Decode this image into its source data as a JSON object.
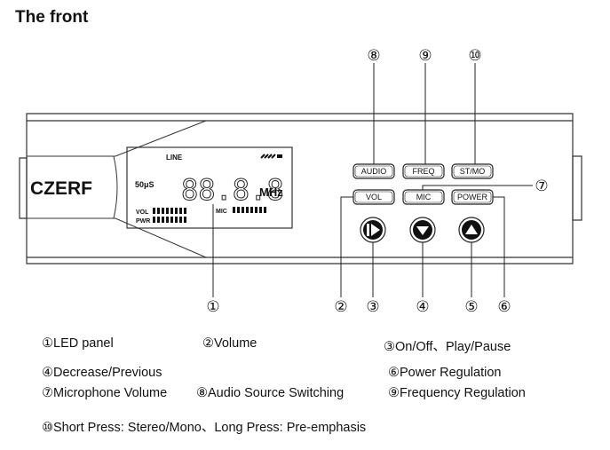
{
  "title": "The front",
  "device": {
    "brand": "CZERF",
    "lcd": {
      "line_label": "LINE",
      "pre_emphasis": "50μS",
      "frequency_digits": "88.8.8",
      "unit": "MHz",
      "vol_label": "VOL",
      "pwr_label": "PWR",
      "mic_label": "MIC"
    },
    "buttons": {
      "audio": "AUDIO",
      "freq": "FREQ",
      "st_mo": "ST/MO",
      "vol": "VOL",
      "mic": "MIC",
      "power": "POWER"
    },
    "round_buttons": [
      "play-pause-icon",
      "down-arrow-icon",
      "up-arrow-icon"
    ]
  },
  "callouts": {
    "c1": "①",
    "c2": "②",
    "c3": "③",
    "c4": "④",
    "c5": "⑤",
    "c6": "⑥",
    "c7": "⑦",
    "c8": "⑧",
    "c9": "⑨",
    "c10": "⑩"
  },
  "legend": {
    "l1": "①LED panel",
    "l2": "②Volume",
    "l3": "③On/Off、Play/Pause",
    "l4": "④Decrease/Previous",
    "l6": "⑥Power Regulation",
    "l7": "⑦Microphone Volume",
    "l8": "⑧Audio Source Switching",
    "l9": "⑨Frequency Regulation",
    "l10": "⑩Short Press: Stereo/Mono、Long Press: Pre-emphasis"
  }
}
